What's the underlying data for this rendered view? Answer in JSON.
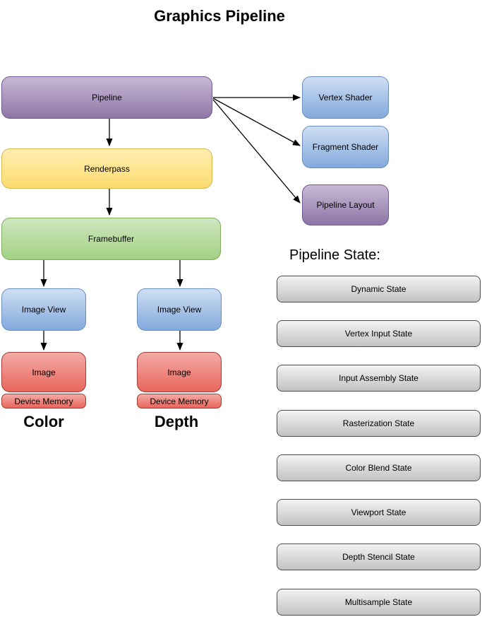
{
  "title": "Graphics Pipeline",
  "nodes": {
    "pipeline": "Pipeline",
    "renderpass": "Renderpass",
    "framebuffer": "Framebuffer",
    "vertex_shader": "Vertex Shader",
    "fragment_shader": "Fragment Shader",
    "pipeline_layout": "Pipeline Layout"
  },
  "color_column": {
    "image_view": "Image View",
    "image": "Image",
    "device_memory": "Device Memory",
    "caption": "Color"
  },
  "depth_column": {
    "image_view": "Image View",
    "image": "Image",
    "device_memory": "Device Memory",
    "caption": "Depth"
  },
  "pipeline_state": {
    "heading": "Pipeline State:",
    "items": [
      "Dynamic State",
      "Vertex Input State",
      "Input Assembly State",
      "Rasterization State",
      "Color Blend State",
      "Viewport State",
      "Depth Stencil State",
      "Multisample State"
    ]
  },
  "colors": {
    "purple": {
      "top": "#c9b9d6",
      "bottom": "#8d76a6",
      "border": "#6f5b8f"
    },
    "yellow": {
      "top": "#ffeeb2",
      "bottom": "#fcdb6e",
      "border": "#d8b74e"
    },
    "green": {
      "top": "#cee7bf",
      "bottom": "#a3d183",
      "border": "#7fae5f"
    },
    "blue": {
      "top": "#cfdff4",
      "bottom": "#82a9dc",
      "border": "#6c8ebf"
    },
    "red": {
      "top": "#f3aaa6",
      "bottom": "#e9665c",
      "border": "#9c3d38"
    },
    "gray": {
      "top": "#f3f3f3",
      "bottom": "#c2c2c2",
      "border": "#4d4d4d"
    },
    "arrow": {
      "stroke": "#000000"
    }
  }
}
